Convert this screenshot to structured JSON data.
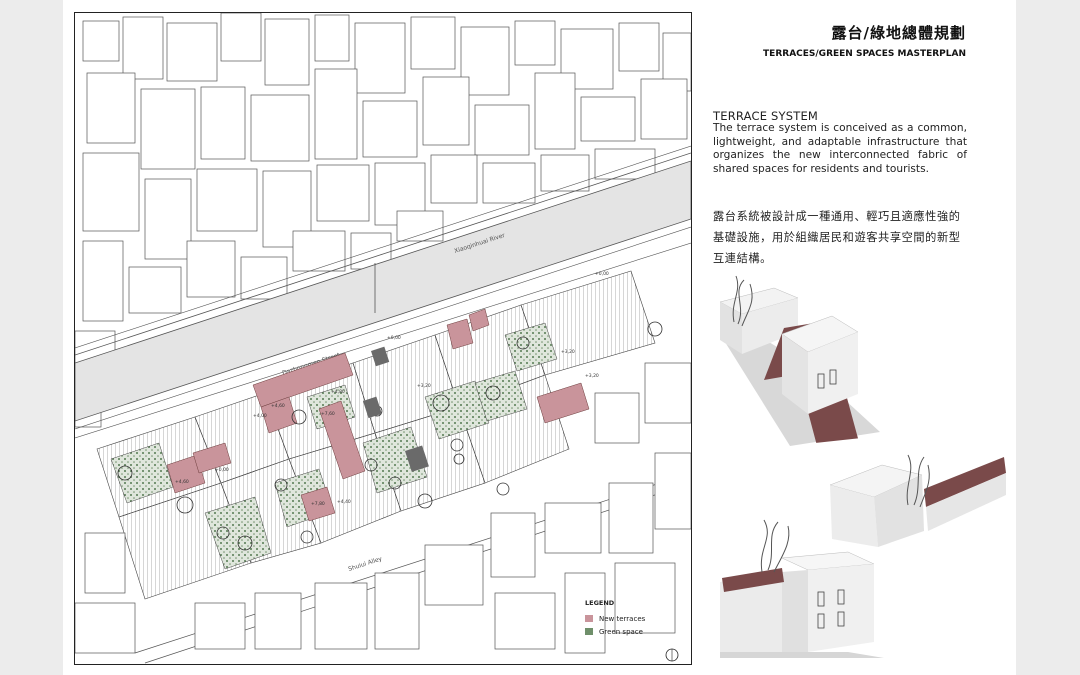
{
  "header": {
    "title_zh": "露台/綠地總體規劃",
    "title_en": "TERRACES/GREEN SPACES MASTERPLAN"
  },
  "section": {
    "heading": "TERRACE SYSTEM",
    "body_en": "The terrace system is conceived as a common, lightweight, and adaptable infrastructure that organizes the new interconnected fabric of shared spaces for residents and tourists.",
    "body_zh": "露台系統被設計成一種通用、輕巧且適應性強的基礎設施，用於組織居民和遊客共享空間的新型互連結構。"
  },
  "map": {
    "street_labels": {
      "river": "Xiaoqinhuai River",
      "street": "Dazhongmen Street",
      "alley": "Shuiui Alley"
    },
    "elevation_labels": [
      "+0,00",
      "+0,00",
      "+4,80",
      "+4,60",
      "+7,60",
      "+3,20",
      "+4,60",
      "+7,80",
      "+4,40",
      "+3,20",
      "+4,00",
      "+0,00",
      "+3,20"
    ],
    "legend": {
      "title": "LEGEND",
      "items": [
        {
          "label": "New terraces",
          "color": "#c9949b"
        },
        {
          "label": "Green space",
          "color": "#6f8f6a"
        }
      ]
    }
  },
  "colors": {
    "terrace": "#c9949b",
    "green": "#6f8f6a",
    "model_wall": "#eeeeee",
    "model_terrace": "#7a4a4a"
  }
}
